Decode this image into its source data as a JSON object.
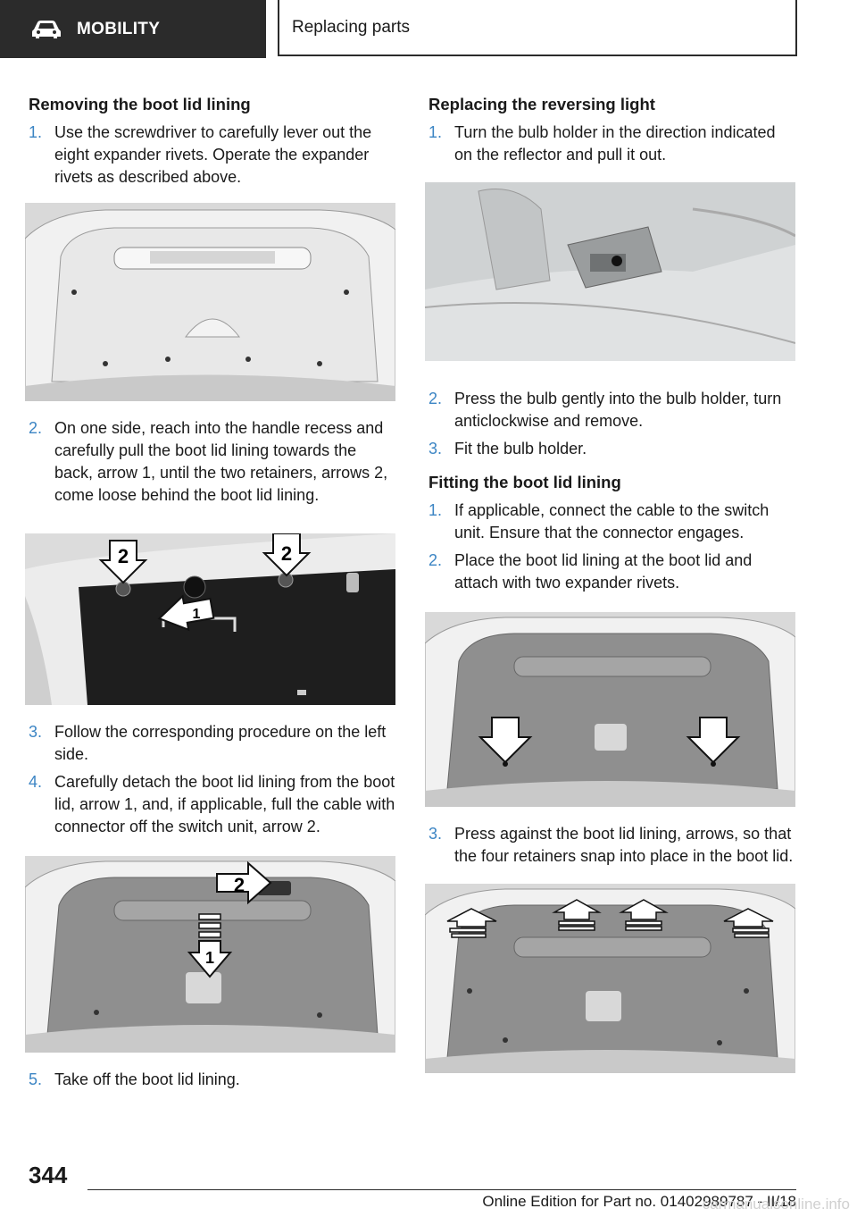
{
  "header": {
    "section": "MOBILITY",
    "chapter": "Replacing parts",
    "section_icon": "car-icon"
  },
  "left": {
    "heading": "Removing the boot lid lining",
    "steps": [
      {
        "num": "1.",
        "text": "Use the screwdriver to carefully lever out the eight expander rivets. Operate the expander rivets as described above."
      },
      {
        "num": "2.",
        "text": "On one side, reach into the handle recess and carefully pull the boot lid lining towards the back, arrow 1, until the two retainers, arrows 2, come loose behind the boot lid lining."
      },
      {
        "num": "3.",
        "text": "Follow the corresponding procedure on the left side."
      },
      {
        "num": "4.",
        "text": "Carefully detach the boot lid lining from the boot lid, arrow 1, and, if applicable, full the cable with connector off the switch unit, arrow 2."
      },
      {
        "num": "5.",
        "text": "Take off the boot lid lining."
      }
    ],
    "fig2_labels": [
      "2",
      "2",
      "1"
    ],
    "fig3_labels": [
      "2",
      "1"
    ]
  },
  "right": {
    "heading1": "Replacing the reversing light",
    "steps1": [
      {
        "num": "1.",
        "text": "Turn the bulb holder in the direction indicated on the reflector and pull it out."
      },
      {
        "num": "2.",
        "text": "Press the bulb gently into the bulb holder, turn anticlockwise and remove."
      },
      {
        "num": "3.",
        "text": "Fit the bulb holder."
      }
    ],
    "heading2": "Fitting the boot lid lining",
    "steps2": [
      {
        "num": "1.",
        "text": "If applicable, connect the cable to the switch unit. Ensure that the connector engages."
      },
      {
        "num": "2.",
        "text": "Place the boot lid lining at the boot lid and attach with two expander rivets."
      },
      {
        "num": "3.",
        "text": "Press against the boot lid lining, arrows, so that the four retainers snap into place in the boot lid."
      }
    ]
  },
  "footer": {
    "page_number": "344",
    "edition": "Online Edition for Part no. 01402989787 - II/18",
    "watermark": "carmanualsonline.info"
  },
  "colors": {
    "header_bg": "#2b2b2b",
    "step_number": "#3c85c4"
  }
}
